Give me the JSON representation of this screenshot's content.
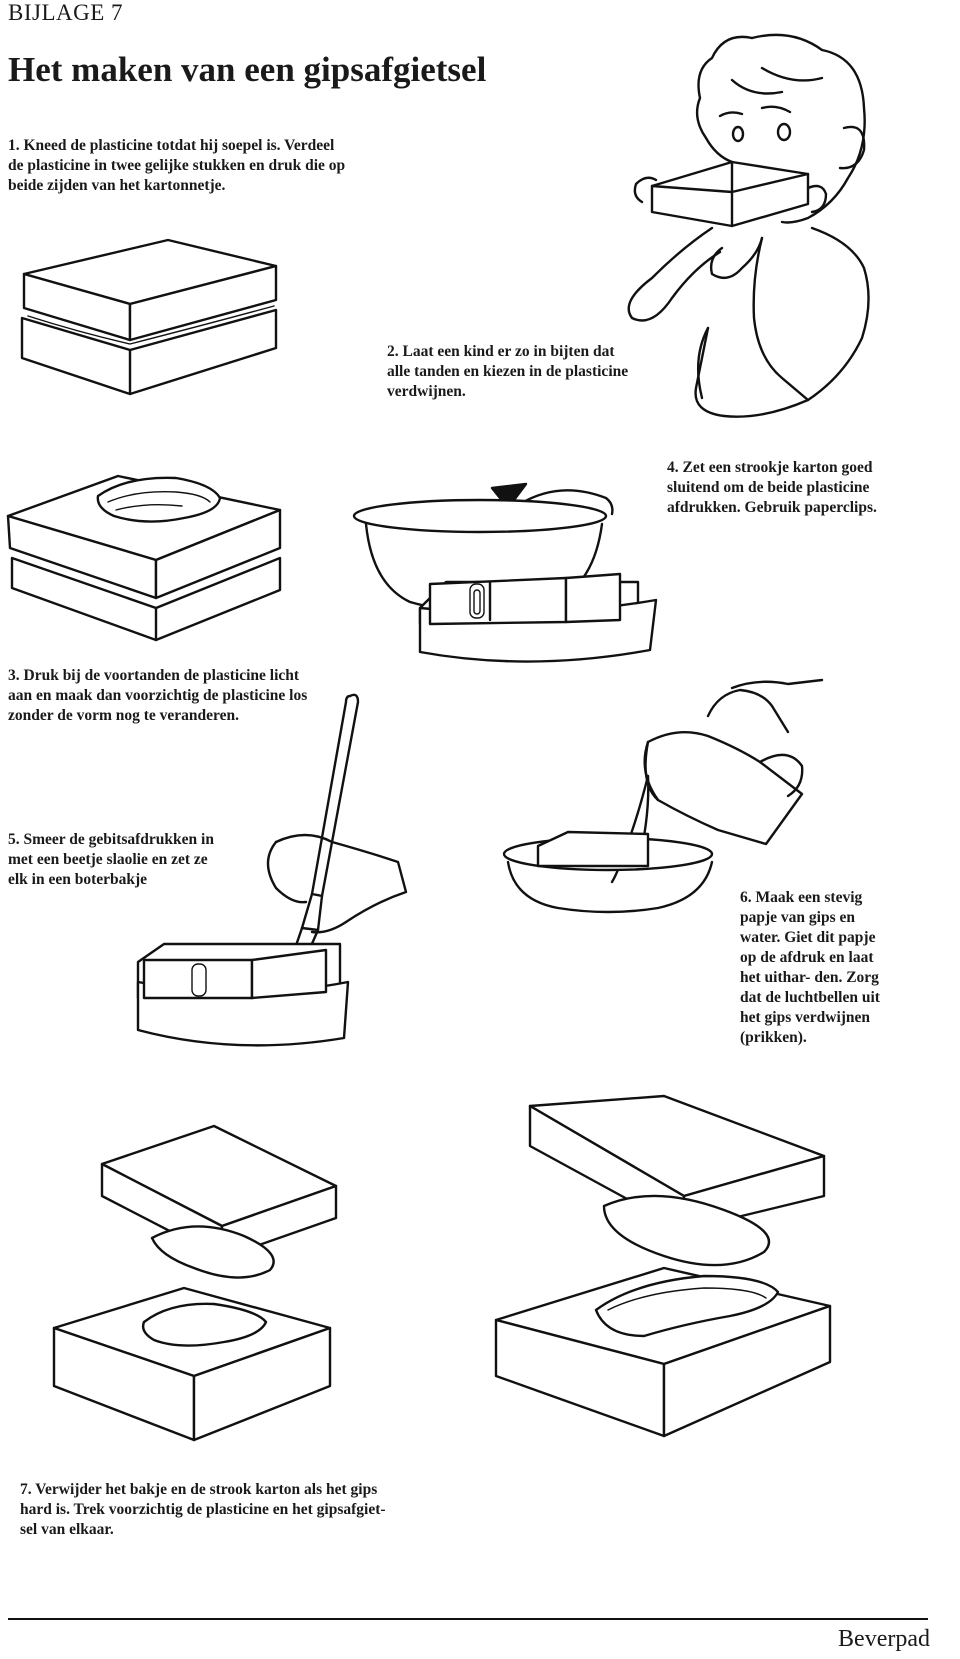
{
  "header": {
    "appendix": "BIJLAGE 7",
    "title": "Het maken van een gipsafgietsel"
  },
  "steps": [
    {
      "number": "1.",
      "text": "Kneed de plasticine totdat hij soepel is. Verdeel de plasticine in twee gelijke stukken en druk die op beide zijden van het kartonnetje."
    },
    {
      "number": "2.",
      "text": "Laat een kind er zo in bijten dat alle tanden en kiezen in de plasticine verdwijnen."
    },
    {
      "number": "4.",
      "text": "Zet een strookje karton goed sluitend om de beide plasticine afdrukken. Gebruik paperclips."
    },
    {
      "number": "3.",
      "text": "Druk bij de voortanden de plasticine licht aan en maak dan voorzichtig de plasticine los zonder de vorm nog te veranderen."
    },
    {
      "number": "5.",
      "text": "Smeer de gebitsafdrukken in met een beetje slaolie en zet ze elk in een boterbakje"
    },
    {
      "number": "6.",
      "text": "Maak een stevig papje van gips en water. Giet dit papje op de afdruk en laat het uithar- den. Zorg dat de luchtbellen uit het gips verdwijnen (prikken)."
    },
    {
      "number": "7.",
      "text": "Verwijder het bakje en de strook karton als het gips hard is. Trek voorzichtig de plasticine en het gipsafgiet- sel van elkaar."
    }
  ],
  "footer": {
    "brand": "Beverpad"
  },
  "illustrations": [
    "plasticine-blocks-icon",
    "child-biting-icon",
    "bitten-blocks-icon",
    "tub-and-strip-icon",
    "brush-oiling-icon",
    "pouring-plaster-icon",
    "separating-cast-icon"
  ]
}
